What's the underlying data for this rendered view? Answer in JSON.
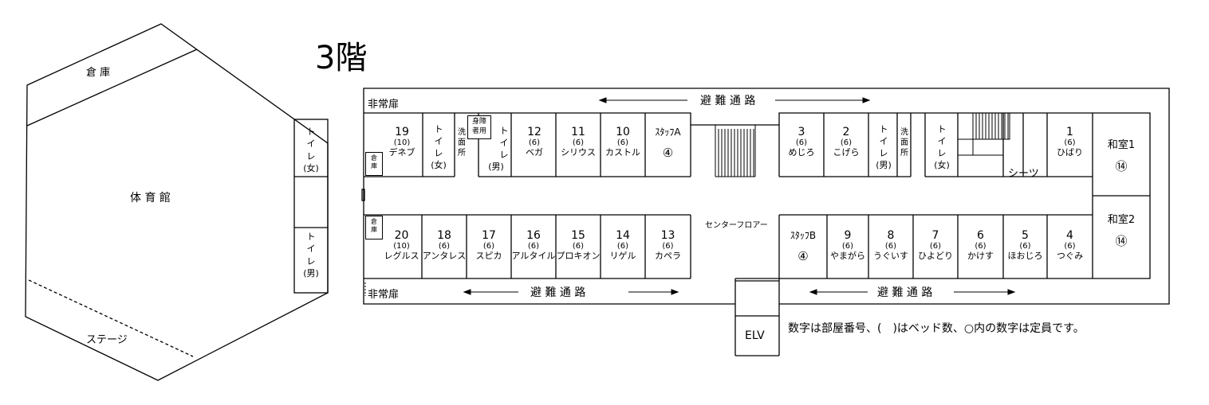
{
  "floor_title": "3階",
  "gym": {
    "storage": "倉 庫",
    "hall": "体 育 館",
    "stage": "ステージ",
    "toilet_women": [
      "ト",
      "イ",
      "レ",
      "(女)"
    ],
    "toilet_men": [
      "ト",
      "イ",
      "レ",
      "(男)"
    ]
  },
  "floor": {
    "emergency_door_top": "非常扉",
    "emergency_door_bottom": "非常扉",
    "evac_route_top": "避 難 通 路",
    "evac_route_bottom_left": "避 難 通 路",
    "evac_route_bottom_right": "避 難 通 路",
    "center_floor": "センターフロアー",
    "elevator": "ELV",
    "sheets": "シーツ",
    "legend_note": "数字は部屋番号、(　)はベッド数、○内の数字は定員です。",
    "small_storage_1": [
      "倉",
      "庫"
    ],
    "small_storage_2": [
      "倉",
      "庫"
    ],
    "washroom_left": [
      "洗",
      "面",
      "所"
    ],
    "washroom_right": [
      "洗",
      "面",
      "所"
    ],
    "accessible": [
      "身障",
      "者用"
    ],
    "toilet_w1": [
      "ト",
      "イ",
      "レ",
      "(女)"
    ],
    "toilet_m1": [
      "ト",
      "イ",
      "レ",
      "(男)"
    ],
    "toilet_m2": [
      "ト",
      "イ",
      "レ",
      "(男)"
    ],
    "toilet_w2": [
      "ト",
      "イ",
      "レ",
      "(女)"
    ],
    "rooms_top": [
      {
        "num": "19",
        "beds": "(10)",
        "name": "デネブ"
      },
      {
        "num": "12",
        "beds": "(6)",
        "name": "ベガ"
      },
      {
        "num": "11",
        "beds": "(6)",
        "name": "シリウス"
      },
      {
        "num": "10",
        "beds": "(6)",
        "name": "カストル"
      },
      {
        "num": "3",
        "beds": "(6)",
        "name": "めじろ"
      },
      {
        "num": "2",
        "beds": "(6)",
        "name": "こげら"
      },
      {
        "num": "1",
        "beds": "(6)",
        "name": "ひばり"
      }
    ],
    "rooms_bottom": [
      {
        "num": "20",
        "beds": "(10)",
        "name": "レグルス"
      },
      {
        "num": "18",
        "beds": "(6)",
        "name": "アンタレス"
      },
      {
        "num": "17",
        "beds": "(6)",
        "name": "スピカ"
      },
      {
        "num": "16",
        "beds": "(6)",
        "name": "アルタイル"
      },
      {
        "num": "15",
        "beds": "(6)",
        "name": "プロキオン"
      },
      {
        "num": "14",
        "beds": "(6)",
        "name": "リゲル"
      },
      {
        "num": "13",
        "beds": "(6)",
        "name": "カペラ"
      },
      {
        "num": "9",
        "beds": "(6)",
        "name": "やまがら"
      },
      {
        "num": "8",
        "beds": "(6)",
        "name": "うぐいす"
      },
      {
        "num": "7",
        "beds": "(6)",
        "name": "ひよどり"
      },
      {
        "num": "6",
        "beds": "(6)",
        "name": "かけす"
      },
      {
        "num": "5",
        "beds": "(6)",
        "name": "ほおじろ"
      },
      {
        "num": "4",
        "beds": "(6)",
        "name": "つぐみ"
      }
    ],
    "staff_a": {
      "name": "ｽﾀｯﾌA",
      "cap": "④"
    },
    "staff_b": {
      "name": "ｽﾀｯﾌB",
      "cap": "④"
    },
    "washitsu_1": {
      "name": "和室1",
      "cap": "⑭"
    },
    "washitsu_2": {
      "name": "和室2",
      "cap": "⑭"
    }
  }
}
